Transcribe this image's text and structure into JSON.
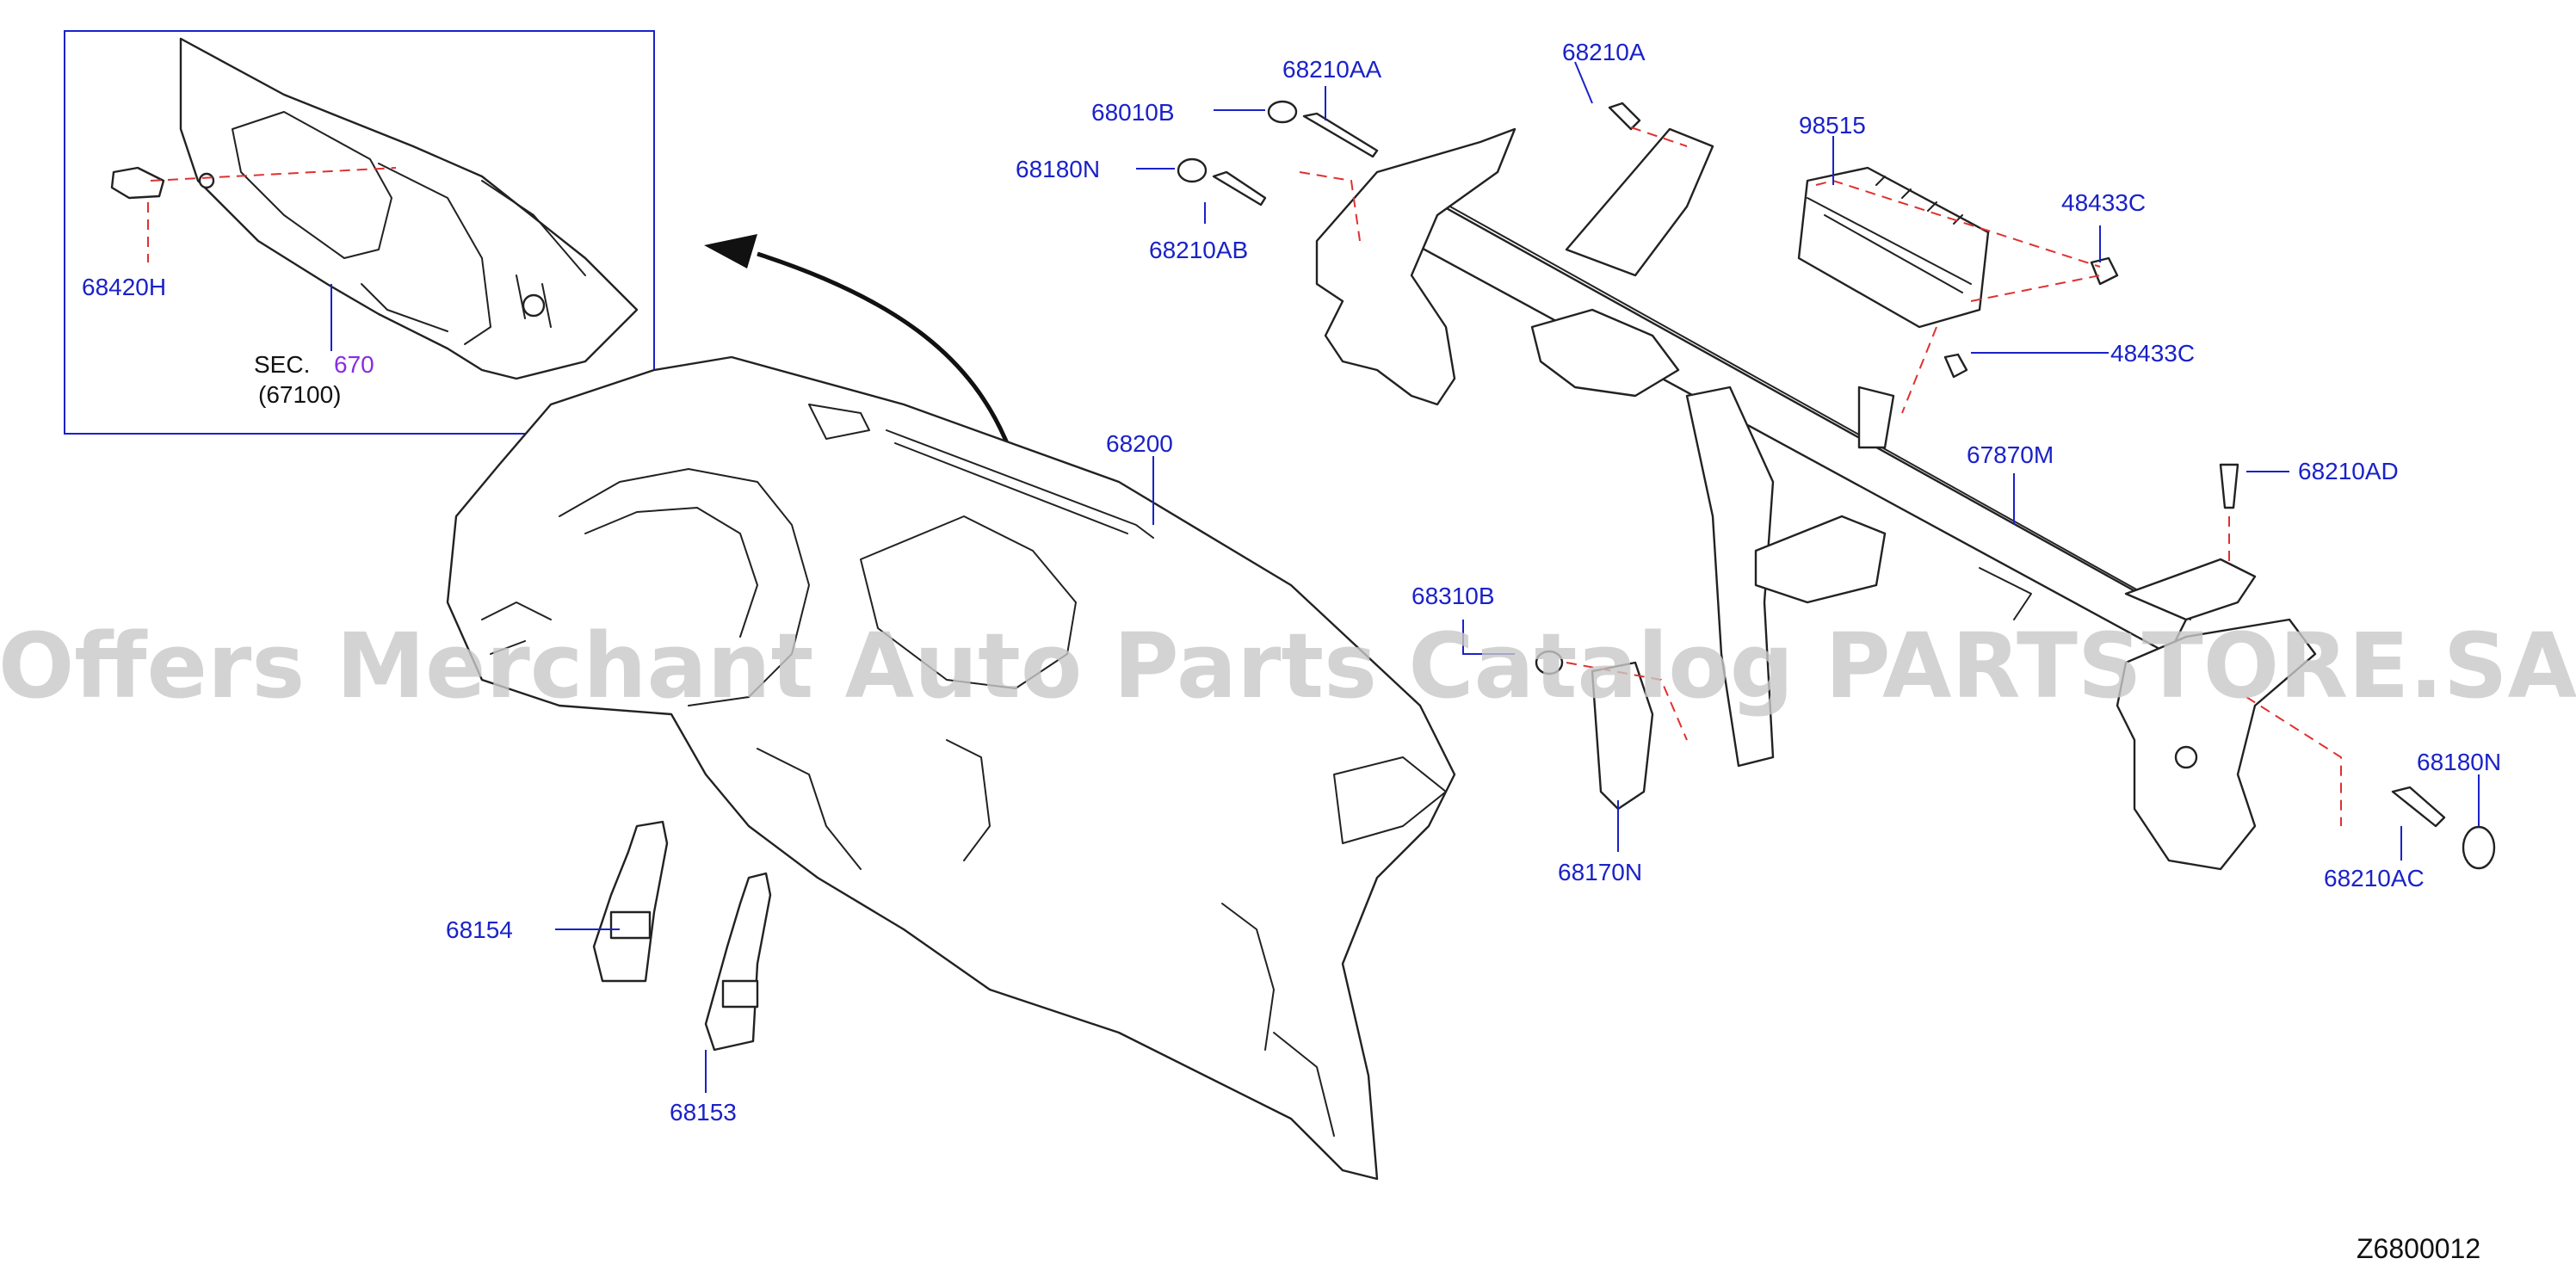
{
  "labels": {
    "p68210AA": "68210AA",
    "p68210A": "68210A",
    "p68010B": "68010B",
    "p68180N_top": "68180N",
    "p68210AB": "68210AB",
    "p98515": "98515",
    "p48433C_a": "48433C",
    "p48433C_b": "48433C",
    "p67870M": "67870M",
    "p68210AD": "68210AD",
    "p68200": "68200",
    "p68310B": "68310B",
    "p68170N": "68170N",
    "p68180N_right": "68180N",
    "p68210AC": "68210AC",
    "p68154": "68154",
    "p68153": "68153",
    "p68420H": "68420H"
  },
  "section_ref": {
    "prefix": "SEC.",
    "number": "670",
    "sub": "(67100)"
  },
  "diagram_code": "Z6800012",
  "watermark": "Offers Merchant Auto Parts Catalog PARTSTORE.SA",
  "colors": {
    "part_label": "#1a22c8",
    "section_number": "#8a2be2",
    "leader_dash": "#e03030",
    "line_art": "#222222"
  }
}
